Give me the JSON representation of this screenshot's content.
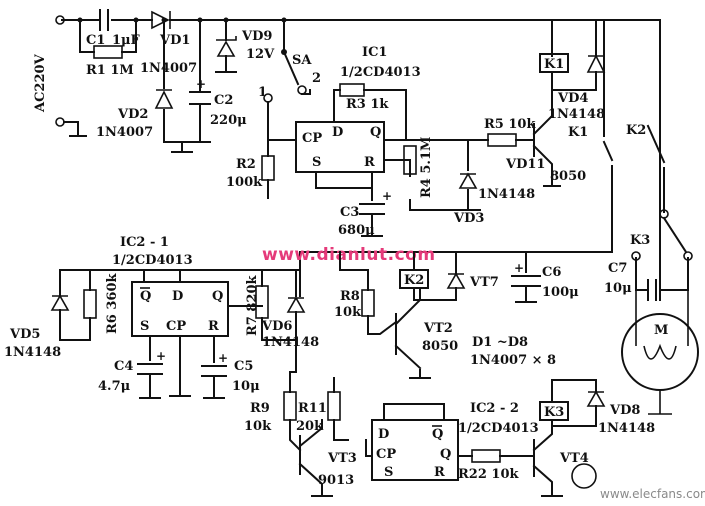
{
  "labels": {
    "ac220v": "AC220V",
    "c1": "C1",
    "c1_val": "1μF",
    "vd1": "VD1",
    "vd1_part": "1N4007",
    "r1": "R1 1M",
    "vd9": "VD9",
    "vd9_val": "12V",
    "sa": "SA",
    "sa_pos1": "1",
    "sa_pos2": "2",
    "vd2": "VD2",
    "vd2_part": "1N4007",
    "c2": "C2",
    "c2_val": "220μ",
    "ic1": "IC1",
    "ic1_part": "1/2CD4013",
    "r3": "R3 1k",
    "r2": "R2",
    "r2_val": "100k",
    "r4": "R4 5.1M",
    "r5": "R5 10k",
    "vd11": "VD11",
    "vd11_part": "8050",
    "vd3": "VD3",
    "vd3_part": "1N4148",
    "c3": "C3",
    "c3_val": "680μ",
    "k1": "K1",
    "k1_sw": "K1",
    "vd4": "VD4",
    "vd4_part": "1N4148",
    "k2_sw": "K2",
    "k3_sw": "K3",
    "ic21": "IC2 - 1",
    "ic21_part": "1/2CD4013",
    "vd5": "VD5",
    "vd5_part": "1N4148",
    "r6": "R6 360k",
    "r7": "R7 820k",
    "vd6": "VD6",
    "vd6_part": "1N4148",
    "c4": "C4",
    "c4_val": "4.7μ",
    "c5": "C5",
    "c5_val": "10μ",
    "k2": "K2",
    "vt7": "VT7",
    "c6": "C6",
    "c6_val": "100μ",
    "r8": "R8",
    "r8_val": "10k",
    "vt2": "VT2",
    "vt2_part": "8050",
    "d1d8": "D1 ~D8",
    "d1d8_part": "1N4007 × 8",
    "c7": "C7",
    "c7_val": "10μ",
    "motor": "M",
    "r9": "R9",
    "r9_val": "10k",
    "r11": "R11",
    "r11_val": "20k",
    "vt3": "VT3",
    "vt3_part": "9013",
    "ic22": "IC2 - 2",
    "ic22_part": "1/2CD4013",
    "r22": "R22 10k",
    "vt4": "VT4",
    "k3": "K3",
    "vd8": "VD8",
    "vd8_part": "1N4148",
    "pin_cp": "CP",
    "pin_d": "D",
    "pin_q": "Q",
    "pin_qbar": "Q",
    "pin_s": "S",
    "pin_r": "R"
  },
  "watermark": "www.dianlut.com",
  "logo_text": "www.elecfans.com",
  "colors": {
    "line": "#111111",
    "watermark": "#e53a7a",
    "background": "#ffffff"
  }
}
